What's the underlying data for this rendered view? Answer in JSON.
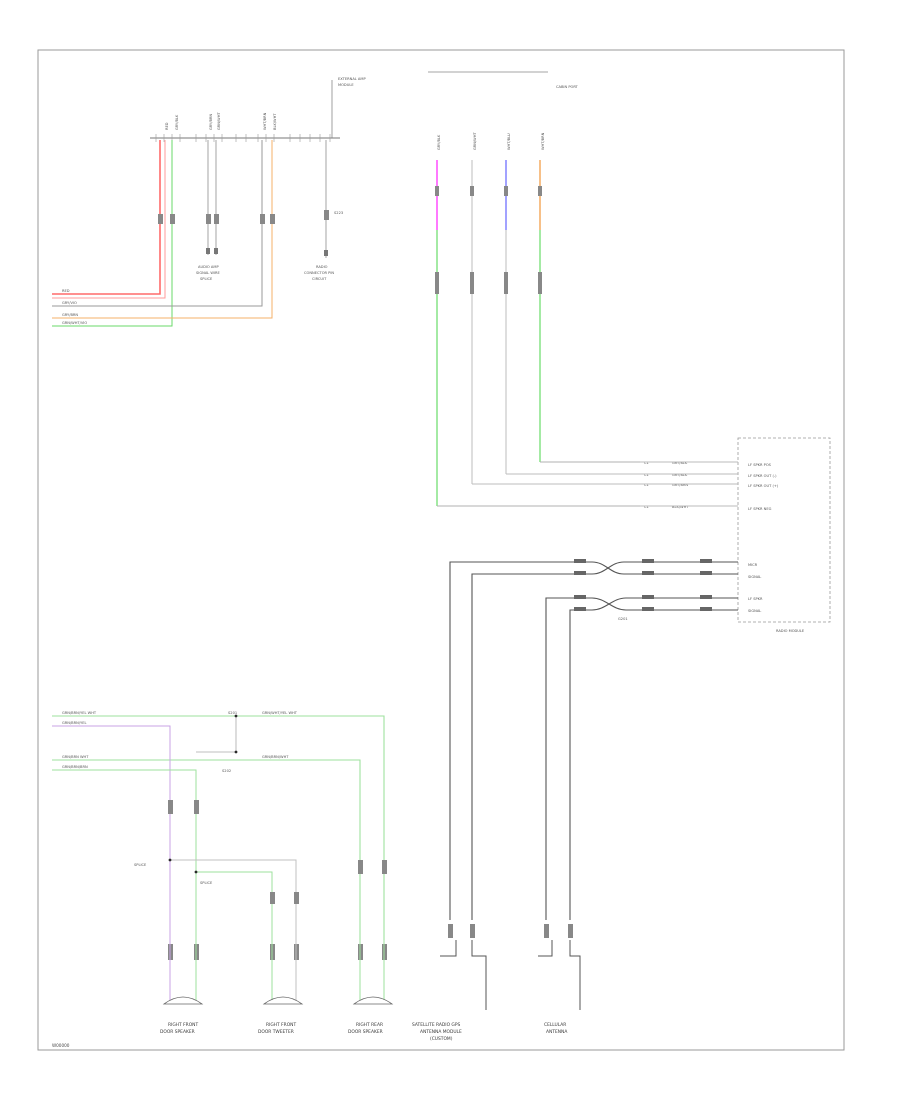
{
  "diagram": {
    "footer_code": "W00000",
    "top_module_note": [
      "EXTERNAL AMP",
      "MODULE"
    ],
    "center_title": "CABIN PORT",
    "radio_module": {
      "caption": "RADIO MODULE",
      "wire_tags": [
        "C1",
        "C1",
        "C1",
        "C1"
      ],
      "pin_labels": [
        "LF SPKR POS",
        "LF SPKR OUT (-)",
        "LF SPKR OUT (+)",
        "LF SPKR NEG",
        "MICR",
        "SIGNAL",
        "LF SPKR",
        "SIGNAL"
      ]
    },
    "harness_labels": [
      "RED",
      "GRY/BLK",
      "GRY/BRN",
      "GRN/WHT",
      "WHT/BRN",
      "BLK/WHT",
      "GRY/BLK",
      "WHT/BLU"
    ],
    "left_inline_labels": [
      "RED",
      "GRY/VIO",
      "GRY/BRN",
      "GRN/WHT/VIO"
    ],
    "bottom_left_labels": [
      "GRN/BRN/YEL WHT",
      "GRN/BRN/YEL",
      "GRN/BRN WHT",
      "GRN/BRN/BRN"
    ],
    "bottom_mid_labels": [
      "GRN/WHT/YEL WHT",
      "GRN/BRN/WHT",
      "S201",
      "S202"
    ],
    "splice_labels": [
      "SPLICE",
      "S223",
      "G201"
    ],
    "device_captions": {
      "top_mid": [
        "AUDIO AMP",
        "SIGNAL WIRE",
        "SPLICE"
      ],
      "top_right": [
        "RADIO",
        "CONNECTOR PIN",
        "CIRCUIT"
      ],
      "bottom": [
        [
          "RIGHT FRONT",
          "DOOR SPEAKER"
        ],
        [
          "RIGHT FRONT",
          "DOOR TWEETER"
        ],
        [
          "RIGHT REAR",
          "DOOR SPEAKER"
        ],
        [
          "SATELLITE RADIO GPS",
          "ANTENNA MODULE",
          "(CUSTOM)"
        ],
        [
          "CELLULAR",
          "ANTENNA"
        ]
      ]
    }
  }
}
